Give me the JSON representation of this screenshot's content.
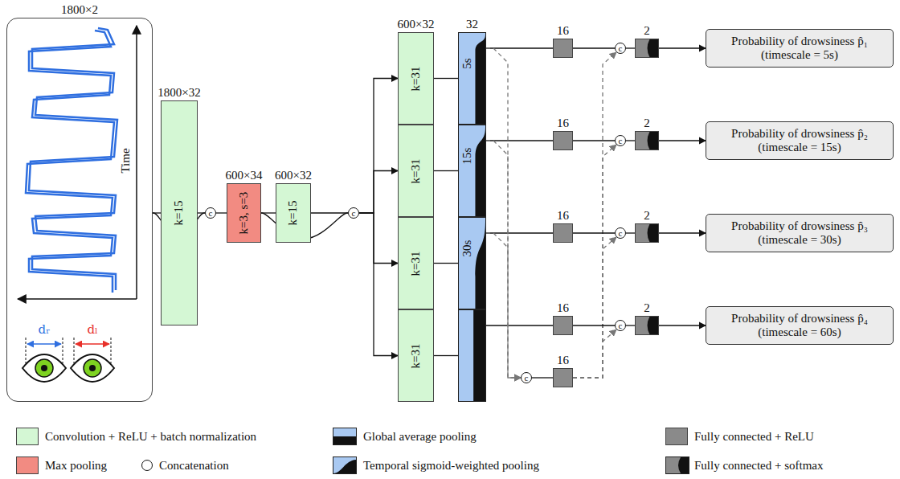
{
  "diagram": {
    "nodes": [
      {
        "text": [
          "1800×2"
        ]
      },
      {
        "text": [
          "1800×32",
          "k=15"
        ]
      },
      {
        "text": [
          "c"
        ]
      },
      {
        "text": [
          "600×34",
          "k=3, s=3"
        ]
      },
      {
        "text": [
          "600×32",
          "k=15"
        ]
      },
      {
        "text": [
          "c"
        ]
      },
      {
        "text": [
          "600×32",
          "k=31"
        ]
      },
      {
        "text": [
          "k=31"
        ]
      },
      {
        "text": [
          "k=31"
        ]
      },
      {
        "text": [
          "k=31"
        ]
      },
      {
        "text": [
          "32",
          "5s"
        ]
      },
      {
        "text": [
          "15s"
        ]
      },
      {
        "text": [
          "30s"
        ]
      },
      {
        "text": []
      },
      {
        "text": [
          "16"
        ]
      },
      {
        "text": [
          "16"
        ]
      },
      {
        "text": [
          "16"
        ]
      },
      {
        "text": [
          "16"
        ]
      },
      {
        "text": [
          "c"
        ]
      },
      {
        "text": [
          "c"
        ]
      },
      {
        "text": [
          "c"
        ]
      },
      {
        "text": [
          "c"
        ]
      },
      {
        "text": [
          "2"
        ]
      },
      {
        "text": [
          "2"
        ]
      },
      {
        "text": [
          "2"
        ]
      },
      {
        "text": [
          "2"
        ]
      },
      {
        "text": [
          "Probability of drowsiness p̂₁ (timescale = 5s)"
        ]
      },
      {
        "text": [
          "Probability of drowsiness p̂₂ (timescale = 15s)"
        ]
      },
      {
        "text": [
          "Probability of drowsiness p̂₃ (timescale = 30s)"
        ]
      },
      {
        "text": [
          "Probability of drowsiness p̂₄ (timescale = 60s)"
        ]
      },
      {
        "text": [
          "c"
        ]
      },
      {
        "text": [
          "16"
        ]
      }
    ],
    "edges": [
      {
        "from": 0,
        "to": 1,
        "arrow": "none"
      },
      {
        "from": 0,
        "to": 2,
        "arrow": "none"
      },
      {
        "from": 1,
        "to": 2,
        "arrow": "none"
      },
      {
        "from": 2,
        "to": 3,
        "arrow": "none"
      },
      {
        "from": 3,
        "to": 4,
        "arrow": "none"
      },
      {
        "from": 3,
        "to": 5,
        "arrow": "none"
      },
      {
        "from": 4,
        "to": 5,
        "arrow": "none"
      },
      {
        "from": 5,
        "to": 6,
        "arrow": "to"
      },
      {
        "from": 5,
        "to": 7,
        "arrow": "to"
      },
      {
        "from": 5,
        "to": 8,
        "arrow": "to"
      },
      {
        "from": 5,
        "to": 9,
        "arrow": "to"
      },
      {
        "from": 6,
        "to": 10,
        "arrow": "none"
      },
      {
        "from": 7,
        "to": 11,
        "arrow": "none"
      },
      {
        "from": 8,
        "to": 12,
        "arrow": "none"
      },
      {
        "from": 9,
        "to": 13,
        "arrow": "none"
      },
      {
        "from": 10,
        "to": 14,
        "arrow": "none"
      },
      {
        "from": 11,
        "to": 15,
        "arrow": "none"
      },
      {
        "from": 12,
        "to": 16,
        "arrow": "none"
      },
      {
        "from": 13,
        "to": 17,
        "arrow": "none"
      },
      {
        "from": 10,
        "to": 30,
        "arrow": "to"
      },
      {
        "from": 11,
        "to": 30,
        "arrow": "to"
      },
      {
        "from": 12,
        "to": 30,
        "arrow": "to"
      },
      {
        "from": 30,
        "to": 31,
        "arrow": "none"
      },
      {
        "from": 31,
        "to": 18,
        "arrow": "to"
      },
      {
        "from": 31,
        "to": 19,
        "arrow": "to"
      },
      {
        "from": 31,
        "to": 20,
        "arrow": "to"
      },
      {
        "from": 31,
        "to": 21,
        "arrow": "to"
      },
      {
        "from": 14,
        "to": 18,
        "arrow": "none"
      },
      {
        "from": 15,
        "to": 19,
        "arrow": "none"
      },
      {
        "from": 16,
        "to": 20,
        "arrow": "none"
      },
      {
        "from": 17,
        "to": 21,
        "arrow": "none"
      },
      {
        "from": 18,
        "to": 22,
        "arrow": "none"
      },
      {
        "from": 19,
        "to": 23,
        "arrow": "none"
      },
      {
        "from": 20,
        "to": 24,
        "arrow": "none"
      },
      {
        "from": 21,
        "to": 25,
        "arrow": "none"
      },
      {
        "from": 22,
        "to": 26,
        "arrow": "to"
      },
      {
        "from": 23,
        "to": 27,
        "arrow": "to"
      },
      {
        "from": 24,
        "to": 28,
        "arrow": "to"
      },
      {
        "from": 25,
        "to": 29,
        "arrow": "to"
      }
    ],
    "labels": [
      "Time",
      "dᵣ",
      "dₗ",
      "c"
    ],
    "legend": [
      {
        "text": "Convolution + ReLU + batch normalization",
        "color": "#d4f7d4"
      },
      {
        "text": "Global average pooling"
      },
      {
        "text": "Fully connected + ReLU",
        "color": "#8a8a8a"
      },
      {
        "text": "Max pooling",
        "color": "#f28b82"
      },
      {
        "text": "Concatenation"
      },
      {
        "text": "Temporal sigmoid-weighted pooling"
      },
      {
        "text": "Fully connected + softmax"
      }
    ]
  }
}
